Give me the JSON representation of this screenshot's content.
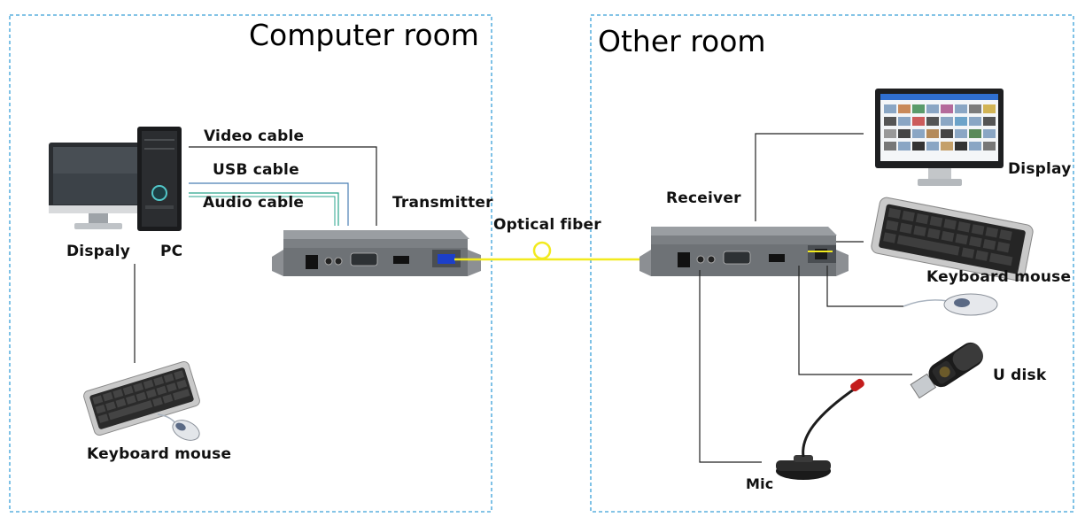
{
  "rooms": {
    "computer_room": {
      "title": "Computer room"
    },
    "other_room": {
      "title": "Other room"
    }
  },
  "labels": {
    "video_cable": "Video cable",
    "usb_cable": "USB cable",
    "audio_cable": "Audio cable",
    "transmitter": "Transmitter",
    "optical_fiber": "Optical fiber",
    "receiver": "Receiver",
    "dispaly": "Dispaly",
    "pc": "PC",
    "keyboard_mouse_left": "Keyboard mouse",
    "display_right": "Display",
    "keyboard_mouse_right": "Keyboard mouse",
    "u_disk": "U disk",
    "mic": "Mic"
  },
  "colors": {
    "room_border": "#3aa0d8",
    "optical_fiber": "#f2ea1e",
    "usb_cable": "#4a7fb5",
    "audio_cable": "#2aa58c",
    "wire": "#222222"
  }
}
